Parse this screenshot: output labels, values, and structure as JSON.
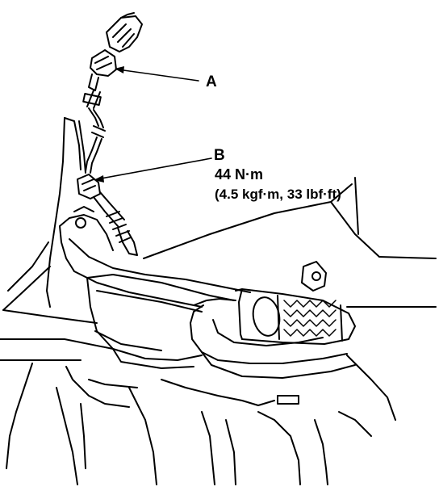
{
  "labels": {
    "a": "A",
    "b": "B",
    "torque_nm": "44 N·m",
    "torque_alt": "(4.5 kgf·m, 33 lbf·ft)"
  },
  "colors": {
    "line": "#000000",
    "background": "#ffffff"
  }
}
